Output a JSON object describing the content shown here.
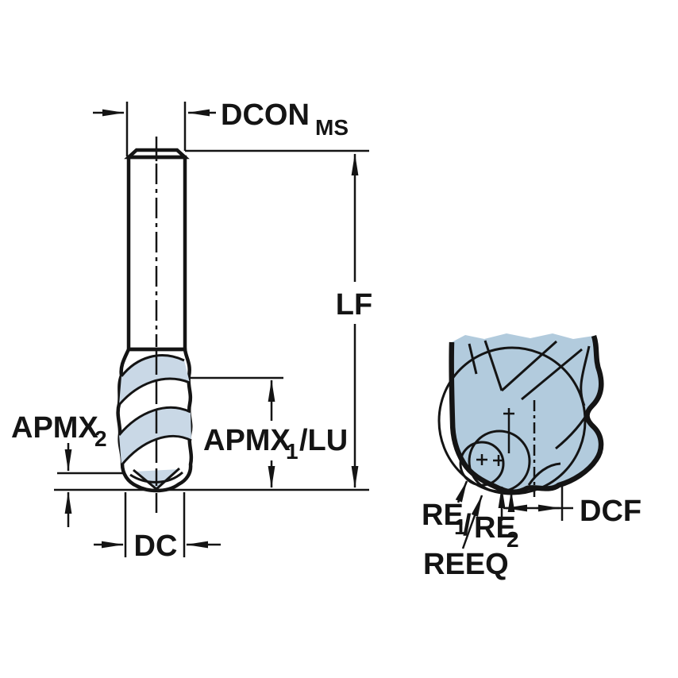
{
  "figure": {
    "description": "End mill tool dimension drawing with side view and tip detail view",
    "colors": {
      "background": "#ffffff",
      "line": "#141414",
      "shank_fill": "#d7e3ee",
      "flute_fill": "#a7c1d6",
      "flute_highlight": "#c9d8e6",
      "detail_fill": "#b2cbdd"
    },
    "side_view": {
      "dcon": {
        "main": "DCON",
        "sub": "MS"
      },
      "lf": "LF",
      "apmx1": {
        "main": "APMX",
        "sub": "1",
        "suffix": "/LU"
      },
      "apmx2": {
        "main": "APMX",
        "sub": "2"
      },
      "dc": "DC"
    },
    "detail_view": {
      "re1": {
        "main": "RE",
        "sub": "1"
      },
      "separator": "/",
      "re2": {
        "main": "RE",
        "sub": "2"
      },
      "reeq": "REEQ",
      "dcf": "DCF"
    }
  }
}
